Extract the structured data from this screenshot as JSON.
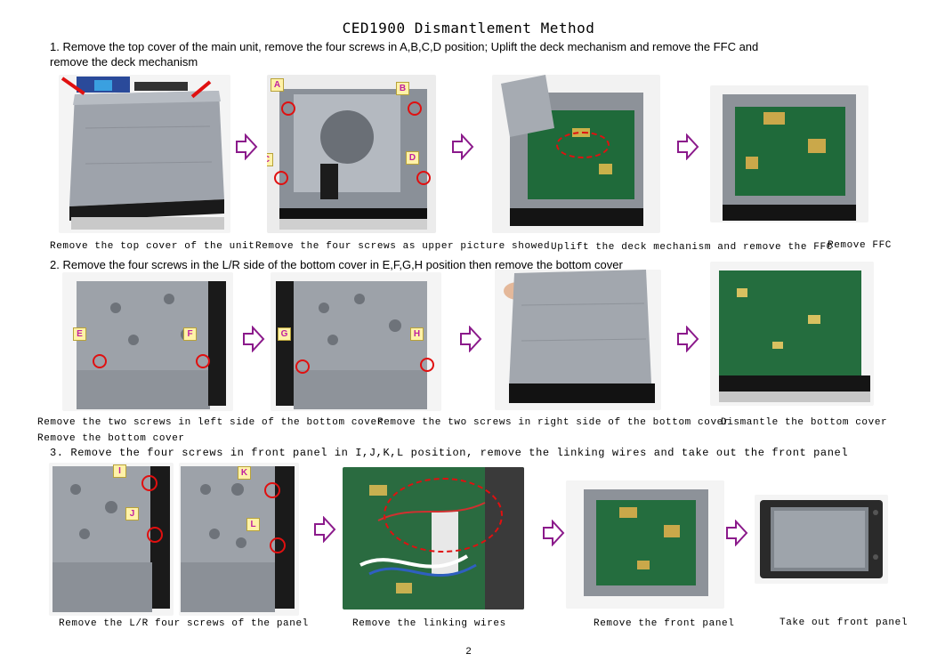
{
  "title": "CED1900 Dismantlement Method",
  "page_number": "2",
  "colors": {
    "arrow": "#8b1a8b",
    "marker_ring": "#e01010",
    "label_bg": "#fff2a8",
    "label_text": "#c020a0"
  },
  "step1": {
    "line1": "1. Remove the top cover of the main unit, remove the four screws in A,B,C,D position; Uplift the deck mechanism and remove the FFC and",
    "line2": "remove the deck mechanism",
    "labels": [
      "A",
      "B",
      "C",
      "D"
    ],
    "captions": [
      "Remove the top cover of the unit",
      "Remove the four screws as upper picture showed",
      "Uplift the deck mechanism and remove the FFC",
      "Remove FFC"
    ]
  },
  "step2": {
    "line1": "2. Remove the four screws in the L/R side of the bottom cover in E,F,G,H position then remove the bottom cover",
    "labels": [
      "E",
      "F",
      "G",
      "H"
    ],
    "captions": [
      "Remove the two screws in left side of the bottom cover",
      "Remove the two screws in right side of the bottom cover",
      "Dismantle the bottom cover"
    ],
    "caption_extra": "Remove the bottom cover"
  },
  "step3": {
    "line1": "3.  Remove the four screws in  front panel in I,J,K,L position, remove the linking wires and take out the front panel",
    "labels": [
      "I",
      "J",
      "K",
      "L"
    ],
    "captions": [
      "Remove the L/R four screws of the panel",
      "Remove the linking wires",
      "Remove the front panel",
      "Take out front panel"
    ]
  }
}
